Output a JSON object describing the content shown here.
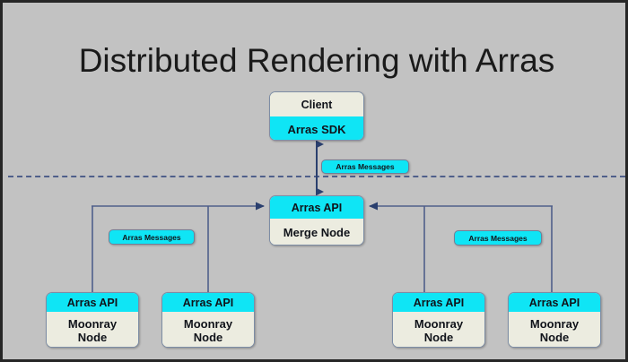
{
  "slide": {
    "title": "Distributed Rendering with Arras",
    "background_color": "#c2c2c2",
    "border_color": "#262626"
  },
  "palette": {
    "api_cyan": "#0fe5f5",
    "node_cream": "#ecece0",
    "connector_blue": "#4f5f8a",
    "arrow_blue": "#2a3f6e",
    "text_dark": "#10131a"
  },
  "divider": {
    "style": "dashed",
    "color": "#4f5f8a"
  },
  "nodes": {
    "client": {
      "top_label": "Client",
      "bottom_label": "Arras SDK"
    },
    "merge": {
      "top_label": "Arras API",
      "bottom_label": "Merge Node"
    },
    "moonray": [
      {
        "top_label": "Arras API",
        "bottom_line_1": "Moonray",
        "bottom_line_2": "Node"
      },
      {
        "top_label": "Arras API",
        "bottom_line_1": "Moonray",
        "bottom_line_2": "Node"
      },
      {
        "top_label": "Arras API",
        "bottom_line_1": "Moonray",
        "bottom_line_2": "Node"
      },
      {
        "top_label": "Arras API",
        "bottom_line_1": "Moonray",
        "bottom_line_2": "Node"
      }
    ]
  },
  "pills": {
    "top": "Arras Messages",
    "left": "Arras Messages",
    "right": "Arras Messages"
  },
  "connectors": {
    "client_to_merge": "bidirectional-vertical-arrow",
    "left_bus_to_merge": "arrow-right-into-merge",
    "right_bus_to_merge": "arrow-left-into-merge"
  }
}
